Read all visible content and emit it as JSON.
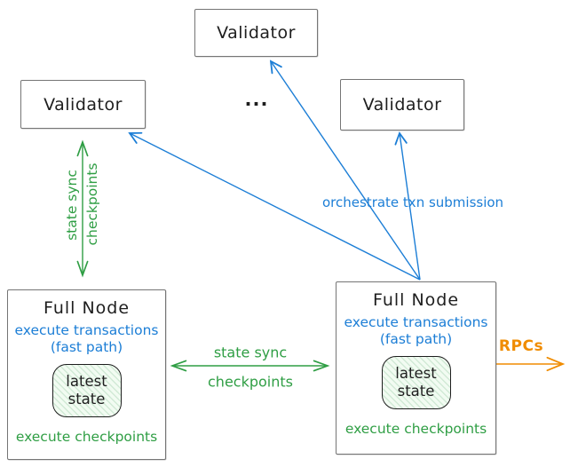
{
  "validators": [
    {
      "label": "Validator"
    },
    {
      "label": "Validator"
    },
    {
      "label": "Validator"
    }
  ],
  "ellipsis": "...",
  "full_nodes": [
    {
      "title": "Full Node",
      "exec_line": "execute transactions",
      "fast_path": "(fast path)",
      "state": {
        "line1": "latest",
        "line2": "state"
      },
      "footer": "execute checkpoints"
    },
    {
      "title": "Full Node",
      "exec_line": "execute transactions",
      "fast_path": "(fast path)",
      "state": {
        "line1": "latest",
        "line2": "state"
      },
      "footer": "execute checkpoints"
    }
  ],
  "edges": {
    "orchestrate_label": "orchestrate txn submission",
    "validator_sync": {
      "line1": "state sync",
      "line2": "checkpoints"
    },
    "node_sync": {
      "line1": "state sync",
      "line2": "checkpoints"
    },
    "rpcs_label": "RPCs"
  },
  "colors": {
    "blue": "#1c7ed6",
    "green": "#2f9e44",
    "orange": "#f08c00",
    "box_border": "#757575",
    "text": "#1e1e1e"
  }
}
